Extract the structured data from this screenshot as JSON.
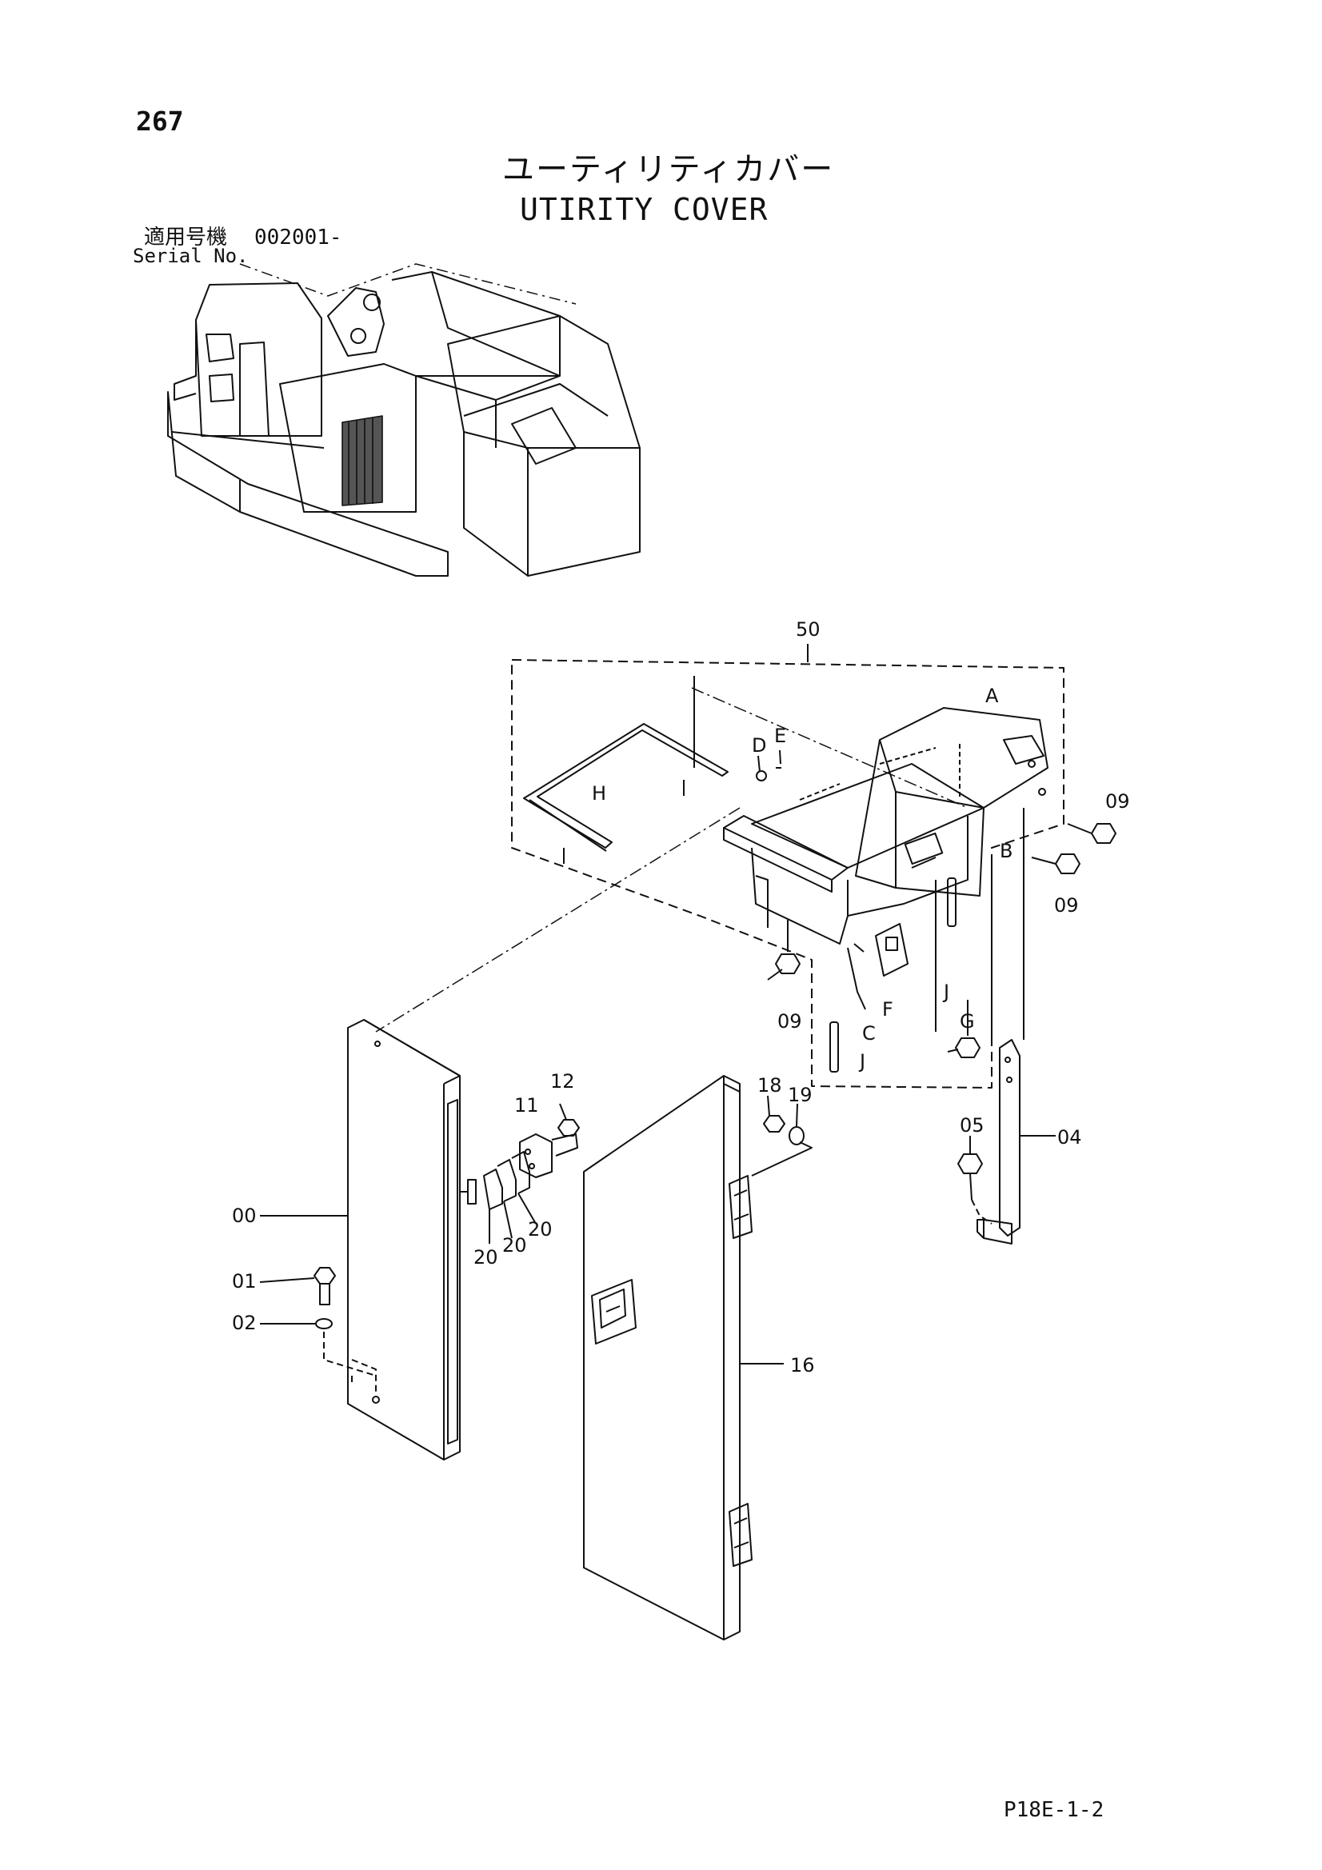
{
  "header": {
    "page_number": "267",
    "title_jp": "ユーティリティカバー",
    "title_en": "UTIRITY COVER",
    "serial_label_jp": "適用号機",
    "serial_range": "002001-",
    "serial_label_en": "Serial No."
  },
  "callouts": {
    "c50": "50",
    "cA": "A",
    "cB": "B",
    "cC": "C",
    "cD": "D",
    "cE": "E",
    "cF": "F",
    "cG": "G",
    "cH": "H",
    "cJ1": "J",
    "cJ2": "J",
    "c09a": "09",
    "c09b": "09",
    "c09c": "09",
    "c04": "04",
    "c05": "05",
    "c00": "00",
    "c01": "01",
    "c02": "02",
    "c11": "11",
    "c12": "12",
    "c16": "16",
    "c18": "18",
    "c19": "19",
    "c20a": "20",
    "c20b": "20",
    "c20c": "20"
  },
  "footer": {
    "code": "P18E-1-2"
  },
  "colors": {
    "ink": "#111111",
    "paper": "#ffffff"
  }
}
